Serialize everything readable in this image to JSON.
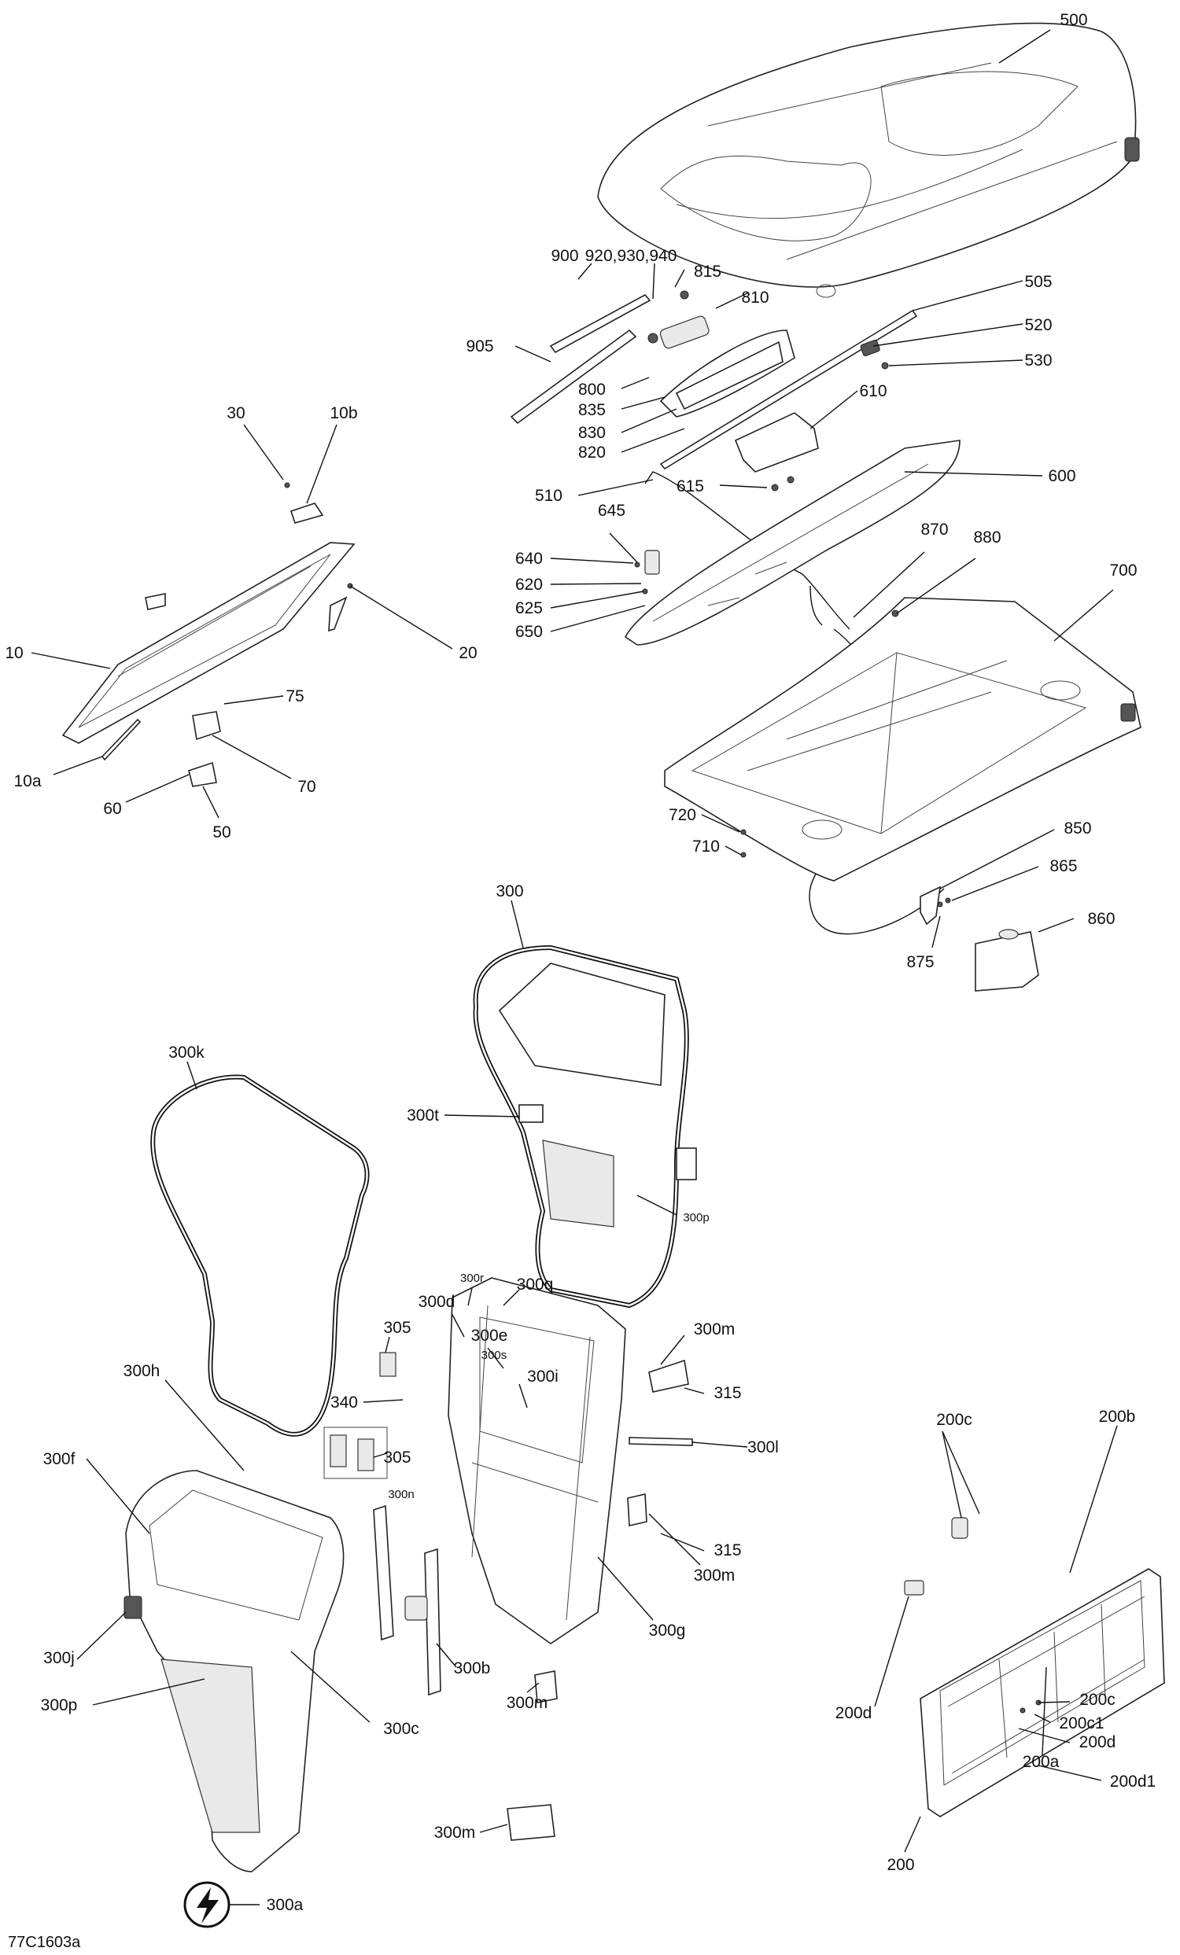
{
  "diagram_code": "77C1603a",
  "electrical_symbol": "lightning-bolt-icon",
  "callouts": [
    {
      "id": "500",
      "label": "500"
    },
    {
      "id": "900",
      "label": "900"
    },
    {
      "id": "920",
      "label": "920,930,940"
    },
    {
      "id": "815",
      "label": "815"
    },
    {
      "id": "810",
      "label": "810"
    },
    {
      "id": "505",
      "label": "505"
    },
    {
      "id": "905",
      "label": "905"
    },
    {
      "id": "520",
      "label": "520"
    },
    {
      "id": "530",
      "label": "530"
    },
    {
      "id": "800",
      "label": "800"
    },
    {
      "id": "835",
      "label": "835"
    },
    {
      "id": "830",
      "label": "830"
    },
    {
      "id": "820",
      "label": "820"
    },
    {
      "id": "610",
      "label": "610"
    },
    {
      "id": "30",
      "label": "30"
    },
    {
      "id": "10b",
      "label": "10b"
    },
    {
      "id": "510",
      "label": "510"
    },
    {
      "id": "615",
      "label": "615"
    },
    {
      "id": "600",
      "label": "600"
    },
    {
      "id": "645",
      "label": "645"
    },
    {
      "id": "640",
      "label": "640"
    },
    {
      "id": "620",
      "label": "620"
    },
    {
      "id": "625",
      "label": "625"
    },
    {
      "id": "650",
      "label": "650"
    },
    {
      "id": "870",
      "label": "870"
    },
    {
      "id": "880",
      "label": "880"
    },
    {
      "id": "700",
      "label": "700"
    },
    {
      "id": "10",
      "label": "10"
    },
    {
      "id": "20",
      "label": "20"
    },
    {
      "id": "75",
      "label": "75"
    },
    {
      "id": "10a",
      "label": "10a"
    },
    {
      "id": "70",
      "label": "70"
    },
    {
      "id": "60",
      "label": "60"
    },
    {
      "id": "50",
      "label": "50"
    },
    {
      "id": "720",
      "label": "720"
    },
    {
      "id": "710",
      "label": "710"
    },
    {
      "id": "850",
      "label": "850"
    },
    {
      "id": "865",
      "label": "865"
    },
    {
      "id": "860",
      "label": "860"
    },
    {
      "id": "875",
      "label": "875"
    },
    {
      "id": "300",
      "label": "300"
    },
    {
      "id": "300k",
      "label": "300k"
    },
    {
      "id": "300t",
      "label": "300t"
    },
    {
      "id": "300p_top",
      "label": "300p"
    },
    {
      "id": "300r",
      "label": "300r"
    },
    {
      "id": "300d",
      "label": "300d"
    },
    {
      "id": "300q",
      "label": "300q"
    },
    {
      "id": "305_a",
      "label": "305"
    },
    {
      "id": "300e",
      "label": "300e"
    },
    {
      "id": "300s",
      "label": "300s"
    },
    {
      "id": "300m_a",
      "label": "300m"
    },
    {
      "id": "300h",
      "label": "300h"
    },
    {
      "id": "300i",
      "label": "300i"
    },
    {
      "id": "315_a",
      "label": "315"
    },
    {
      "id": "340",
      "label": "340"
    },
    {
      "id": "305_b",
      "label": "305"
    },
    {
      "id": "300l",
      "label": "300l"
    },
    {
      "id": "300f",
      "label": "300f"
    },
    {
      "id": "300n",
      "label": "300n"
    },
    {
      "id": "315_b",
      "label": "315"
    },
    {
      "id": "300m_b",
      "label": "300m"
    },
    {
      "id": "300g",
      "label": "300g"
    },
    {
      "id": "300j",
      "label": "300j"
    },
    {
      "id": "300b",
      "label": "300b"
    },
    {
      "id": "300m_c",
      "label": "300m"
    },
    {
      "id": "300p_bottom",
      "label": "300p"
    },
    {
      "id": "300c",
      "label": "300c"
    },
    {
      "id": "300m_d",
      "label": "300m"
    },
    {
      "id": "300a",
      "label": "300a"
    },
    {
      "id": "200c_top",
      "label": "200c"
    },
    {
      "id": "200b",
      "label": "200b"
    },
    {
      "id": "200d_left",
      "label": "200d"
    },
    {
      "id": "200c_right",
      "label": "200c"
    },
    {
      "id": "200c1",
      "label": "200c1"
    },
    {
      "id": "200d_right",
      "label": "200d"
    },
    {
      "id": "200a",
      "label": "200a"
    },
    {
      "id": "200d1",
      "label": "200d1"
    },
    {
      "id": "200",
      "label": "200"
    }
  ]
}
